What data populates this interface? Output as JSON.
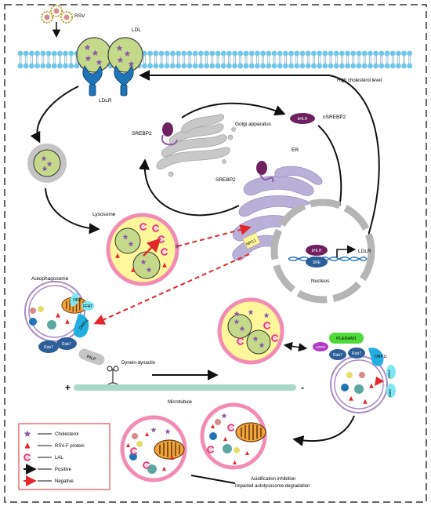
{
  "labels": {
    "rsv": "RSV",
    "ldl": "LDL",
    "ldlr": "LDLR",
    "high_chol": "High cholesterol level",
    "srebp2_golgi": "SREBP2",
    "golgi": "Golgi apparatus",
    "bhlh": "bHLH",
    "nsrebp2": "nSREBP2",
    "er": "ER",
    "srebp2_er": "SREBP2",
    "lysosome": "Lysosome",
    "npc1": "NPC1",
    "ldlr_nuc": "LDLR",
    "sre": "SRE",
    "nucleus": "Nucleus",
    "autophagosome": "Autophagosome",
    "orp_top": "ORP",
    "ffat_top": "FFAT",
    "orp1l_top": "ORP1L",
    "rab7_top": "Rab7",
    "rilp": "RILP",
    "dynein": "Dynein-dynactin",
    "plus": "+",
    "minus": "-",
    "microtubule": "Microtubule",
    "plekhm1": "PLEKHM1",
    "hops": "HOPS",
    "rab7_r1": "Rab7",
    "rab7_r2": "Rab7",
    "orp1l_r": "ORP1L",
    "ffat_r": "FFAT",
    "orp_r": "ORD",
    "acid_inhib": "Acidification inhibition",
    "impaired": "Impaired autolysosome degradation"
  },
  "legend": [
    {
      "symbol": "star",
      "label": "Cholesterol"
    },
    {
      "symbol": "triangle",
      "label": "RSV-F protein"
    },
    {
      "symbol": "pacman",
      "label": "LAL"
    },
    {
      "symbol": "black-arrow",
      "label": "Positive"
    },
    {
      "symbol": "red-arrow",
      "label": "Negative"
    }
  ],
  "colors": {
    "membrane": "#6ec6ea",
    "lysosome_fill": "#fff79a",
    "lysosome_ring": "#f28cb4",
    "vesicle_fill": "#c5d98a",
    "star": "#8a5ca8",
    "red": "#e3272b",
    "organelle": "#b8b0d8",
    "golgi": "#c8c8c8",
    "nucleus": "#b5b5b5",
    "rab7": "#2c5e98",
    "orp1l": "#24aee0",
    "ffat": "#7ee8f2",
    "plekhm1": "#4edb3a",
    "hops": "#b03cc4",
    "microtubule": "#a8d8c8",
    "magenta_protein": "#6f2060"
  }
}
